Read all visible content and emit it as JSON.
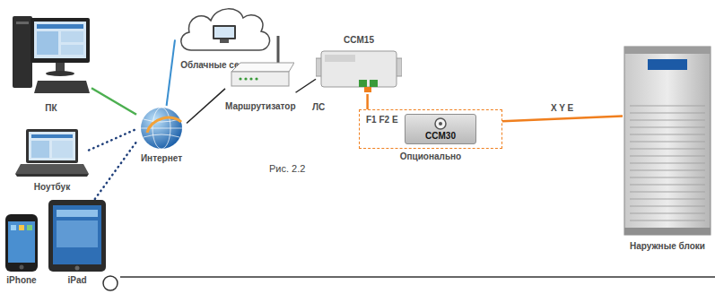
{
  "diagram": {
    "caption": "Рис. 2.2",
    "nodes": [
      {
        "text": [
          "ПК"
        ]
      },
      {
        "text": [
          "Ноутбук"
        ]
      },
      {
        "text": [
          "iPhone"
        ]
      },
      {
        "text": [
          "iPad"
        ]
      },
      {
        "text": [
          "Интернет"
        ]
      },
      {
        "text": [
          "Облачные серверы"
        ]
      },
      {
        "text": [
          "Маршрутизатор"
        ]
      },
      {
        "text": [
          "CCM15"
        ]
      },
      {
        "text": [
          "Опционально"
        ]
      },
      {
        "text": [
          "CCM30"
        ],
        "in": 8
      },
      {
        "text": [
          "Наружные блоки"
        ]
      }
    ],
    "edges": [
      {
        "from": 0,
        "to": 4,
        "arrow": "none"
      },
      {
        "from": 1,
        "to": 4,
        "arrow": "none"
      },
      {
        "from": 3,
        "to": 4,
        "arrow": "none"
      },
      {
        "from": 4,
        "to": 5,
        "arrow": "none"
      },
      {
        "from": 4,
        "to": 6,
        "arrow": "none"
      },
      {
        "from": 6,
        "to": 7,
        "label": "ЛС",
        "arrow": "none"
      },
      {
        "from": 7,
        "to": 8,
        "arrow": "none"
      },
      {
        "from": 8,
        "to": 10,
        "label": "X Y E",
        "arrow": "none"
      }
    ],
    "labels": [
      "F1 F2 E"
    ]
  }
}
